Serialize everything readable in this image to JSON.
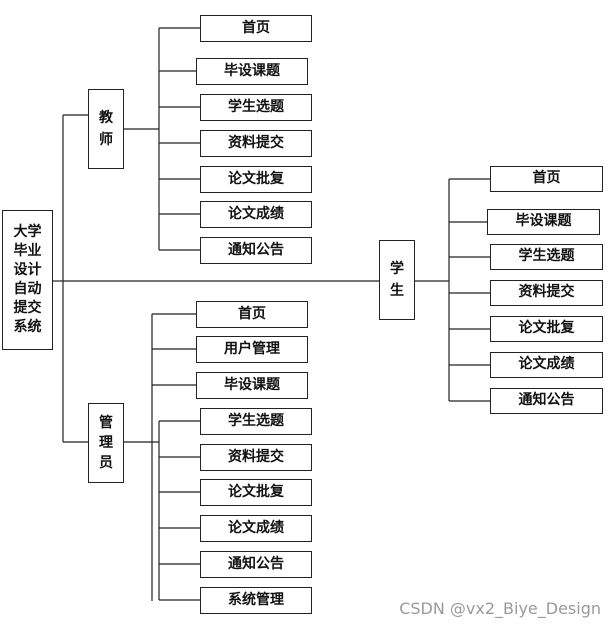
{
  "root": {
    "label": "大学\n毕业\n设计\n自动\n提交\n系统"
  },
  "teacher": {
    "label": "教\n师",
    "items": [
      "首页",
      "毕设课题",
      "学生选题",
      "资料提交",
      "论文批复",
      "论文成绩",
      "通知公告"
    ]
  },
  "admin": {
    "label": "管\n理\n员",
    "items": [
      "首页",
      "用户管理",
      "毕设课题",
      "学生选题",
      "资料提交",
      "论文批复",
      "论文成绩",
      "通知公告",
      "系统管理"
    ]
  },
  "student": {
    "label": "学\n生",
    "items": [
      "首页",
      "毕设课题",
      "学生选题",
      "资料提交",
      "论文批复",
      "论文成绩",
      "通知公告"
    ]
  },
  "watermark": "CSDN @vx2_Biye_Design"
}
